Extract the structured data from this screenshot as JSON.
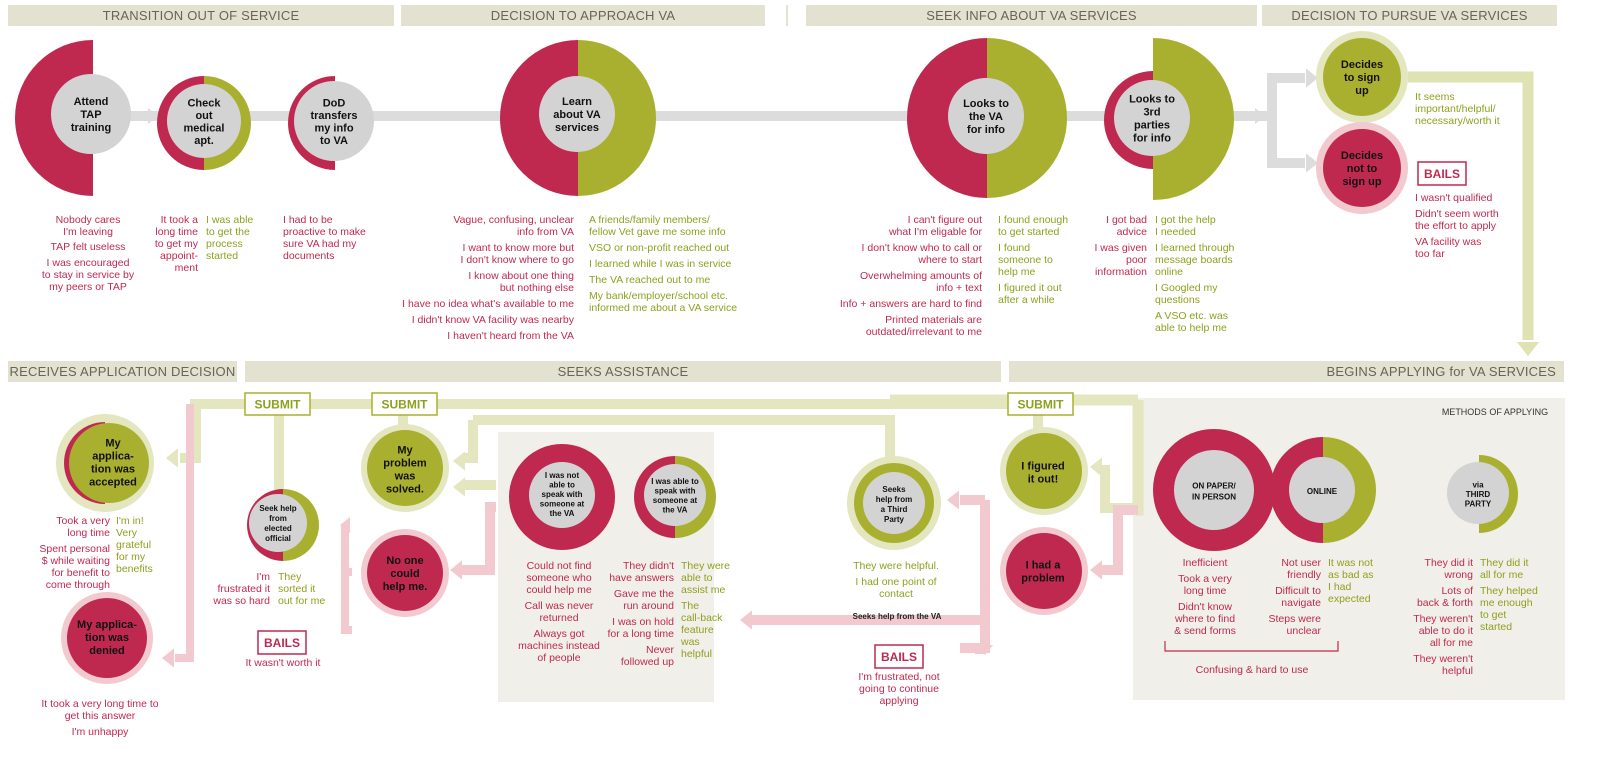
{
  "phases": {
    "transition": "TRANSITION OUT OF SERVICE",
    "decision_approach": "DECISION TO APPROACH VA",
    "seek_info": "SEEK INFO ABOUT VA SERVICES",
    "decision_pursue": "DECISION TO PURSUE VA SERVICES",
    "receives": "RECEIVES APPLICATION DECISION",
    "seeks_assistance": "SEEKS ASSISTANCE",
    "begins_applying": "BEGINS APPLYING for VA SERVICES"
  },
  "nodes": {
    "tap": [
      "Attend",
      "TAP",
      "training"
    ],
    "medical": [
      "Check",
      "out",
      "medical",
      "apt."
    ],
    "dod": [
      "DoD",
      "transfers",
      "my info",
      "to VA"
    ],
    "learn": [
      "Learn",
      "about VA",
      "services"
    ],
    "looks_va": [
      "Looks to",
      "the VA",
      "for info"
    ],
    "looks_3rd": [
      "Looks to",
      "3rd",
      "parties",
      "for info"
    ],
    "sign_up": [
      "Decides",
      "to sign",
      "up"
    ],
    "not_sign_up": [
      "Decides",
      "not to",
      "sign up"
    ],
    "accepted": [
      "My",
      "applica-",
      "tion was",
      "accepted"
    ],
    "denied": [
      "My applica-",
      "tion was",
      "denied"
    ],
    "elected": [
      "Seek help",
      "from",
      "elected",
      "official"
    ],
    "solved": [
      "My",
      "problem",
      "was",
      "solved."
    ],
    "no_one": [
      "No one",
      "could",
      "help me."
    ],
    "not_able": [
      "I was not",
      "able to",
      "speak with",
      "someone at",
      "the VA"
    ],
    "able": [
      "I was able to",
      "speak with",
      "someone at",
      "the VA"
    ],
    "third_party": [
      "Seeks",
      "help from",
      "a Third",
      "Party"
    ],
    "figured": [
      "I figured",
      "it out!"
    ],
    "problem": [
      "I had a",
      "problem"
    ],
    "paper": [
      "ON PAPER/",
      "IN PERSON"
    ],
    "online": [
      "ONLINE"
    ],
    "via_third": [
      "via",
      "THIRD",
      "PARTY"
    ]
  },
  "labels": {
    "bails": "BAILS",
    "submit": "SUBMIT",
    "methods": "METHODS OF APPLYING",
    "seeks_help_va": "Seeks help from the VA",
    "confusing": "Confusing & hard to use"
  },
  "comments": {
    "tap": [
      "Nobody cares",
      "I'm leaving",
      "TAP felt useless",
      "I was encouraged",
      "to stay in service by",
      "my peers or TAP"
    ],
    "medical_neg": [
      "It took a",
      "long time",
      "to get my",
      "appoint-",
      "ment"
    ],
    "medical_pos": [
      "I was able",
      "to get the",
      "process",
      "started"
    ],
    "dod": [
      "I had to be",
      "proactive to make",
      "sure VA had my",
      "documents"
    ],
    "learn_neg": [
      "Vague, confusing, unclear",
      "info from VA",
      "I want to know more but",
      "I don't know where to go",
      "I know about one thing",
      "but nothing else",
      "I have no idea what's available to me",
      "I didn't know VA facility was nearby",
      "I haven't heard from the VA"
    ],
    "learn_pos": [
      "A friends/family members/",
      "fellow Vet gave me some info",
      "VSO or non-profit reached out",
      "I learned while I was in service",
      "The VA reached out to me",
      "My bank/employer/school etc.",
      "informed me about a VA service"
    ],
    "looks_va_neg": [
      "I can't figure out",
      "what I'm eligable for",
      "I don't know who to call or",
      "where to start",
      "Overwhelming amounts of",
      "info + text",
      "Info + answers are hard to find",
      "Printed materials are",
      "outdated/irrelevant to me"
    ],
    "looks_va_pos": [
      "I found enough",
      "to get started",
      "I found",
      "someone to",
      "help me",
      "I figured it out",
      "after a while"
    ],
    "looks_3rd_neg": [
      "I got bad",
      "advice",
      "I was given",
      "poor",
      "information"
    ],
    "looks_3rd_pos": [
      "I got the help",
      "I needed",
      "I learned through",
      "message boards",
      "online",
      "I Googled my",
      "questions",
      "A VSO etc. was",
      "able to help me"
    ],
    "sign_up": [
      "It seems",
      "important/helpful/",
      "necessary/worth it"
    ],
    "not_sign_up": [
      "I wasn't qualified",
      "Didn't seem worth",
      "the effort to apply",
      "VA facility was",
      "too far"
    ],
    "accepted_neg": [
      "Took a very",
      "long time",
      "Spent personal",
      "$ while waiting",
      "for benefit to",
      "come through"
    ],
    "accepted_pos": [
      "I'm in!",
      "Very",
      "grateful",
      "for my",
      "benefits"
    ],
    "denied": [
      "It took a very long time to",
      "get this answer",
      "I'm unhappy"
    ],
    "elected_neg": [
      "I'm",
      "frustrated it",
      "was so hard"
    ],
    "elected_pos": [
      "They",
      "sorted it",
      "out for me"
    ],
    "no_one": [
      "It wasn't worth it"
    ],
    "not_able": [
      "Could not find",
      "someone who",
      "could help me",
      "Call was never",
      "returned",
      "Always got",
      "machines instead",
      "of people"
    ],
    "able_neg": [
      "They didn't",
      "have answers",
      "Gave me the",
      "run around",
      "I was on hold",
      "for a long time",
      "Never",
      "followed up"
    ],
    "able_pos": [
      "They were",
      "able to",
      "assist me",
      "The",
      "call-back",
      "feature",
      "was",
      "helpful"
    ],
    "third_party": [
      "They were helpful.",
      "I had one point of",
      "contact"
    ],
    "problem": [
      "I'm frustrated, not",
      "going to continue",
      "applying"
    ],
    "paper": [
      "Inefficient",
      "Took a very",
      "long time",
      "Didn't know",
      "where to find",
      "& send forms"
    ],
    "online_neg": [
      "Not user",
      "friendly",
      "Difficult to",
      "navigate",
      "Steps were",
      "unclear"
    ],
    "online_pos": [
      "It was not",
      "as bad as",
      "I had",
      "expected"
    ],
    "via_third_neg": [
      "They did it",
      "wrong",
      "Lots of",
      "back & forth",
      "They weren't",
      "able to do it",
      "all for me",
      "They weren't",
      "helpful"
    ],
    "via_third_pos": [
      "They did it",
      "all for me",
      "They helped",
      "me enough",
      "to get",
      "started"
    ]
  }
}
